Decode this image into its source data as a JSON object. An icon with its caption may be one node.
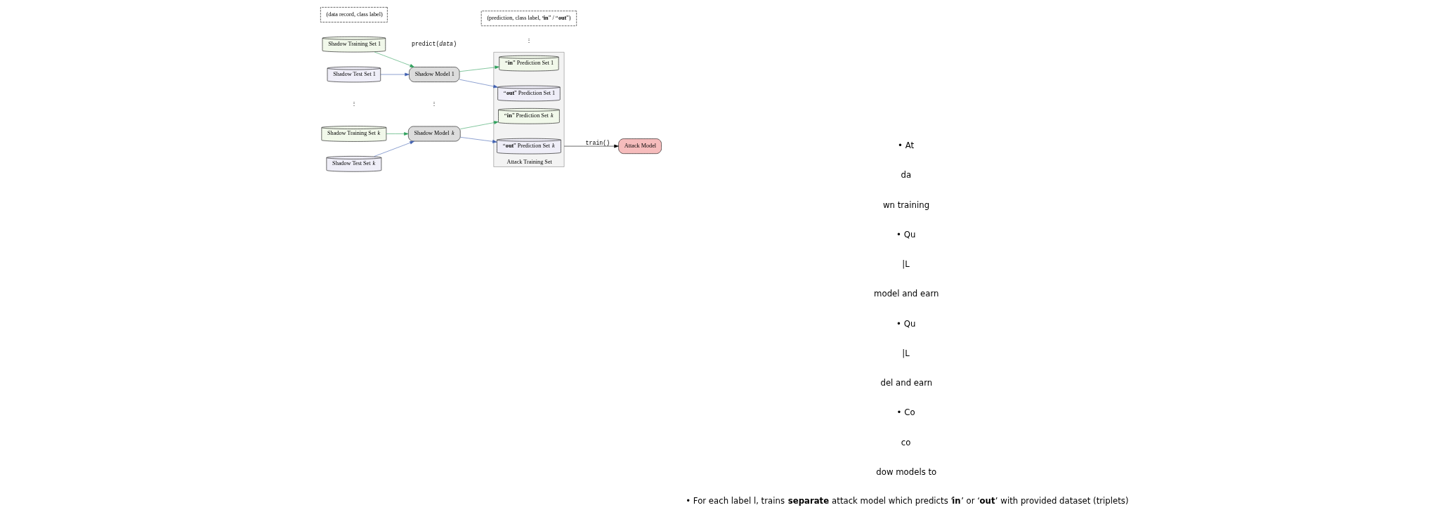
{
  "diagram": {
    "nodes": [
      {
        "text": [
          "(data record, class label)"
        ]
      },
      {
        "text": [
          "(prediction, class label, “**in**” / “**out**”)"
        ]
      },
      {
        "text": [
          "Shadow Training Set 1"
        ]
      },
      {
        "text": [
          "Shadow Test Set 1"
        ]
      },
      {
        "text": [
          "Shadow Model 1"
        ]
      },
      {
        "text": [
          "Attack Training Set"
        ]
      },
      {
        "text": [
          "“**in**” Prediction Set 1"
        ],
        "in": 5
      },
      {
        "text": [
          "“**out**” Prediction Set 1"
        ],
        "in": 5
      },
      {
        "text": [
          "Shadow Training Set *k*"
        ]
      },
      {
        "text": [
          "Shadow Test Set *k*"
        ]
      },
      {
        "text": [
          "Shadow Model *k*"
        ]
      },
      {
        "text": [
          "“**in**” Prediction Set *k*"
        ],
        "in": 5
      },
      {
        "text": [
          "“**out**” Prediction Set *k*"
        ],
        "in": 5
      },
      {
        "text": [
          "Attack Model"
        ]
      }
    ],
    "edges": [
      {
        "from": 2,
        "to": 4,
        "arrow": "to",
        "color": "#2ca05a"
      },
      {
        "from": 3,
        "to": 4,
        "arrow": "to",
        "color": "#3f5fb0"
      },
      {
        "from": 4,
        "to": 6,
        "arrow": "to",
        "color": "#2ca05a"
      },
      {
        "from": 4,
        "to": 7,
        "arrow": "to",
        "color": "#3f5fb0"
      },
      {
        "from": 8,
        "to": 10,
        "arrow": "to",
        "color": "#2ca05a"
      },
      {
        "from": 9,
        "to": 10,
        "arrow": "to",
        "color": "#3f5fb0"
      },
      {
        "from": 10,
        "to": 11,
        "arrow": "to",
        "color": "#2ca05a"
      },
      {
        "from": 10,
        "to": 12,
        "arrow": "to",
        "color": "#3f5fb0"
      },
      {
        "from": 5,
        "to": 13,
        "arrow": "to",
        "label": "train()",
        "color": "#000000"
      }
    ],
    "labels": [
      "predict(*data*)",
      "⋮",
      "⋮",
      "⋮",
      "• At",
      "da",
      "wn training",
      "• Qu",
      "|L",
      "model and earn",
      "• Qu",
      "|L",
      "del and earn",
      "• Co",
      "co",
      "dow models to",
      "• For each label l, trains **separate** attack model which predicts ‘**in**’ or ‘**out**’ with provided dataset (triplets)"
    ]
  }
}
